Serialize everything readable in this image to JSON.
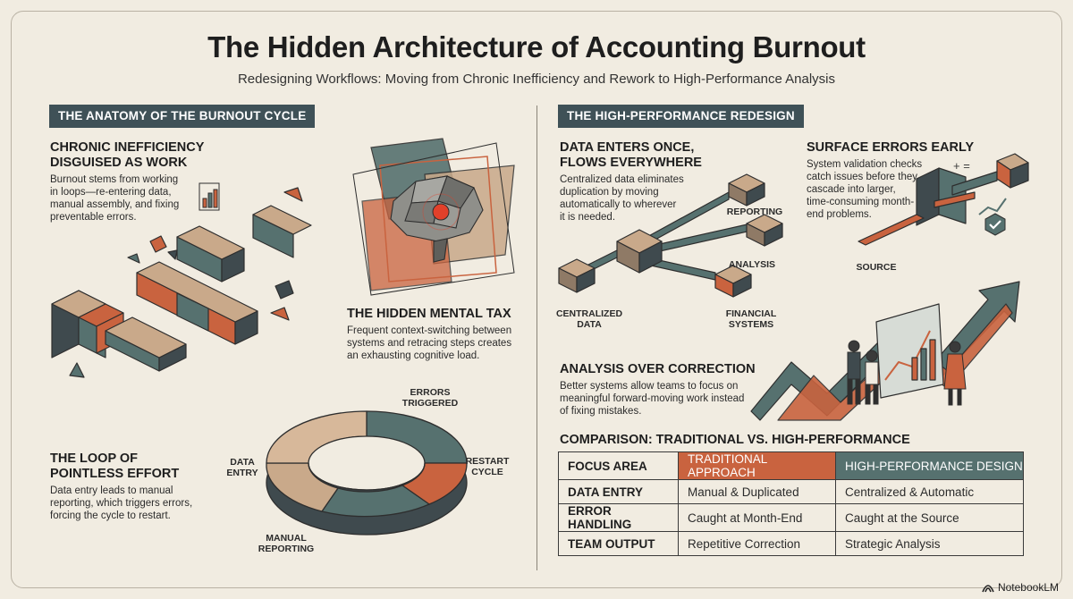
{
  "title": "The Hidden Architecture of Accounting Burnout",
  "subtitle": "Redesigning Workflows: Moving from Chronic Inefficiency and Rework to High-Performance Analysis",
  "colors": {
    "teal": "#56716f",
    "orange": "#c9633f",
    "tan": "#c9a98a",
    "dark": "#3a3a3a",
    "bg": "#f1ece1"
  },
  "left": {
    "section": "THE ANATOMY OF THE BURNOUT CYCLE",
    "inefficiency": {
      "title_line1": "CHRONIC INEFFICIENCY",
      "title_line2": "DISGUISED AS WORK",
      "desc": [
        "Burnout stems from working",
        "in loops—re-entering data,",
        "manual assembly, and fixing",
        "preventable errors."
      ]
    },
    "mental_tax": {
      "title": "THE HIDDEN MENTAL TAX",
      "desc": [
        "Frequent context-switching between",
        "systems and retracing steps creates",
        "an exhausting cognitive load."
      ]
    },
    "loop": {
      "title_line1": "THE LOOP OF",
      "title_line2": "POINTLESS EFFORT",
      "desc": [
        "Data entry leads to manual",
        "reporting, which triggers errors,",
        "forcing the cycle to restart."
      ]
    },
    "cycle_labels": {
      "errors": [
        "ERRORS",
        "TRIGGERED"
      ],
      "restart": [
        "RESTART",
        "CYCLE"
      ],
      "manual": [
        "MANUAL",
        "REPORTING"
      ],
      "data": [
        "DATA",
        "ENTRY"
      ]
    }
  },
  "right": {
    "section": "THE HIGH-PERFORMANCE REDESIGN",
    "data_once": {
      "title_line1": "DATA ENTERS ONCE,",
      "title_line2": "FLOWS EVERYWHERE",
      "desc": [
        "Centralized data eliminates",
        "duplication by moving",
        "automatically to wherever",
        "it is needed."
      ]
    },
    "flow_labels": {
      "reporting": "REPORTING",
      "analysis": "ANALYSIS",
      "centralized": [
        "CENTRALIZED",
        "DATA"
      ],
      "financial": [
        "FINANCIAL",
        "SYSTEMS"
      ]
    },
    "surface": {
      "title": "SURFACE ERRORS EARLY",
      "desc": [
        "System validation checks",
        "catch issues before they",
        "cascade into larger,",
        "time-consuming month-",
        "end problems."
      ],
      "source_label": "SOURCE"
    },
    "analysis": {
      "title": "ANALYSIS OVER CORRECTION",
      "desc": [
        "Better systems allow teams to focus on",
        "meaningful forward-moving work instead",
        "of fixing mistakes."
      ]
    },
    "comparison": {
      "title": "COMPARISON: TRADITIONAL VS. HIGH-PERFORMANCE",
      "headers": [
        "FOCUS AREA",
        "TRADITIONAL APPROACH",
        "HIGH-PERFORMANCE DESIGN"
      ],
      "rows": [
        [
          "DATA ENTRY",
          "Manual & Duplicated",
          "Centralized & Automatic"
        ],
        [
          "ERROR HANDLING",
          "Caught at Month-End",
          "Caught at the Source"
        ],
        [
          "TEAM OUTPUT",
          "Repetitive Correction",
          "Strategic Analysis"
        ]
      ]
    }
  },
  "brand": "NotebookLM"
}
